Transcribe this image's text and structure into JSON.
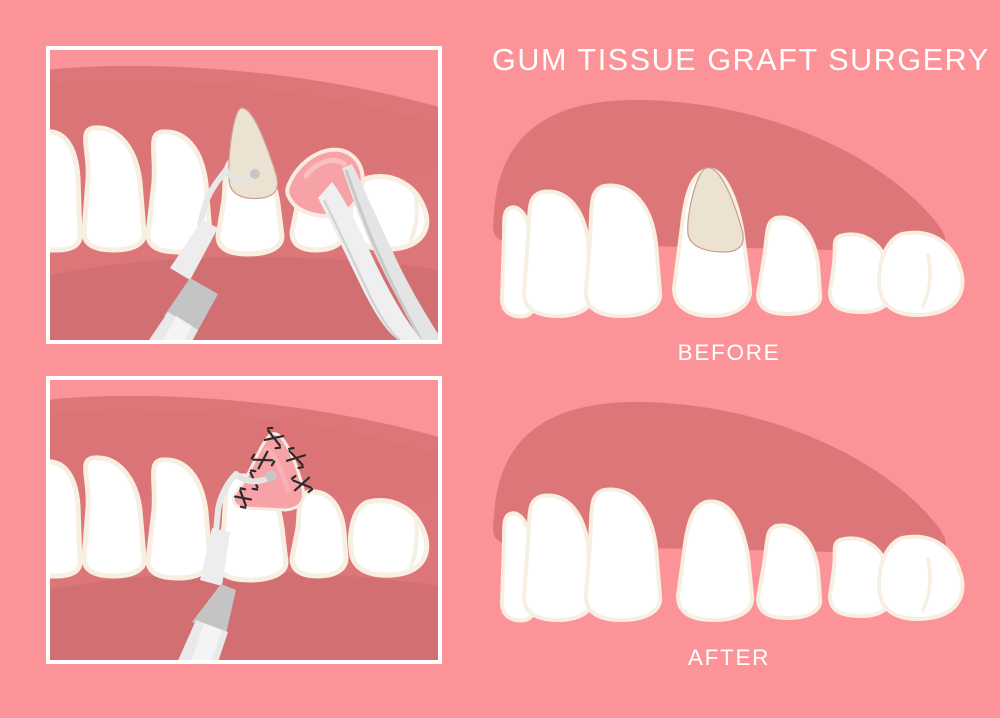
{
  "title": "GUM TISSUE GRAFT SURGERY",
  "captions": {
    "before": "BEFORE",
    "after": "AFTER"
  },
  "colors": {
    "background": "#fc9399",
    "gum": "#dd7679",
    "gum_shadow": "#d36d70",
    "gum_highlight": "#e08184",
    "gum_deep": "#c96a6d",
    "tooth": "#ffffff",
    "tooth_outline": "#f7efe1",
    "exposed_root": "#ece2d2",
    "graft_tissue": "#f6a2a6",
    "graft_edge": "#f8ebe0",
    "instrument_light": "#e8e8e8",
    "instrument_mid": "#d0d0d0",
    "instrument_dark": "#b4b4b4",
    "suture": "#2b2b2b",
    "panel_border": "#ffffff",
    "text": "#ffffff"
  },
  "panels": [
    {
      "id": "step1",
      "name": "graft-placement-step",
      "description": "Dental probe and forceps positioning pink donor gum graft over exposed tooth root",
      "instruments": [
        "dental-probe",
        "forceps"
      ],
      "shows_exposed_root": true,
      "shows_graft": true,
      "suture_count": 0
    },
    {
      "id": "step2",
      "name": "graft-suturing-step",
      "description": "Graft tissue sutured in place over the tooth root with stitches",
      "instruments": [
        "dental-probe"
      ],
      "shows_exposed_root": false,
      "shows_graft": true,
      "suture_count": 6
    }
  ],
  "illustrations": [
    {
      "id": "before",
      "name": "before-illustration",
      "label": "BEFORE",
      "description": "Upper arch with gum recession exposing the root of the fourth tooth",
      "tooth_count": 7,
      "recession_tooth_index": 4,
      "recession_visible": true
    },
    {
      "id": "after",
      "name": "after-illustration",
      "label": "AFTER",
      "description": "Upper arch with restored even gumline covering all tooth roots",
      "tooth_count": 7,
      "recession_tooth_index": null,
      "recession_visible": false
    }
  ]
}
